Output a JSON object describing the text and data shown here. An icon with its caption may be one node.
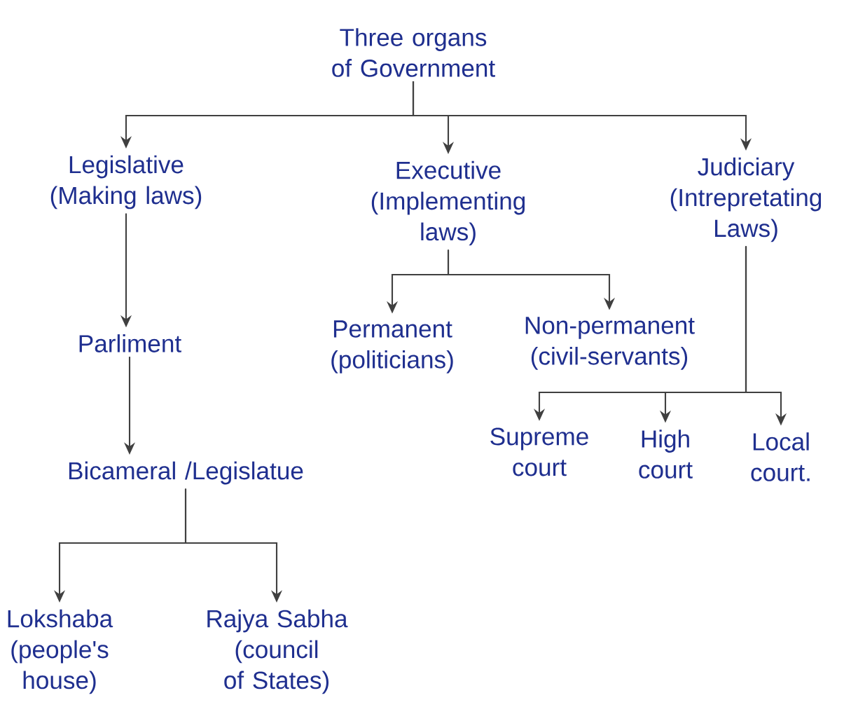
{
  "diagram": {
    "nodes": [
      {
        "text": [
          "Three organs of Government"
        ]
      },
      {
        "text": [
          "Legislative",
          "(Making laws)"
        ]
      },
      {
        "text": [
          "Executive",
          "(Implementing laws)"
        ]
      },
      {
        "text": [
          "Judiciary",
          "(Intrepretating Laws)"
        ]
      },
      {
        "text": [
          "Parliment"
        ]
      },
      {
        "text": [
          "Permanent (politicians)"
        ]
      },
      {
        "text": [
          "Non-permanent (civil-servants)"
        ]
      },
      {
        "text": [
          "Supreme court"
        ]
      },
      {
        "text": [
          "High court"
        ]
      },
      {
        "text": [
          "Local court."
        ]
      },
      {
        "text": [
          "Bicameral /Legislatue"
        ]
      },
      {
        "text": [
          "Lokshaba (people's house)"
        ]
      },
      {
        "text": [
          "Rajya Sabha (council of States)"
        ]
      }
    ],
    "edges": [
      {
        "from": 0,
        "to": 1,
        "arrow": "to"
      },
      {
        "from": 0,
        "to": 2,
        "arrow": "to"
      },
      {
        "from": 0,
        "to": 3,
        "arrow": "to"
      },
      {
        "from": 1,
        "to": 4,
        "arrow": "to"
      },
      {
        "from": 2,
        "to": 5,
        "arrow": "to"
      },
      {
        "from": 2,
        "to": 6,
        "arrow": "to"
      },
      {
        "from": 3,
        "to": 7,
        "arrow": "to"
      },
      {
        "from": 3,
        "to": 8,
        "arrow": "to"
      },
      {
        "from": 3,
        "to": 9,
        "arrow": "to"
      },
      {
        "from": 4,
        "to": 10,
        "arrow": "to"
      },
      {
        "from": 10,
        "to": 11,
        "arrow": "to"
      },
      {
        "from": 10,
        "to": 12,
        "arrow": "to"
      }
    ]
  }
}
